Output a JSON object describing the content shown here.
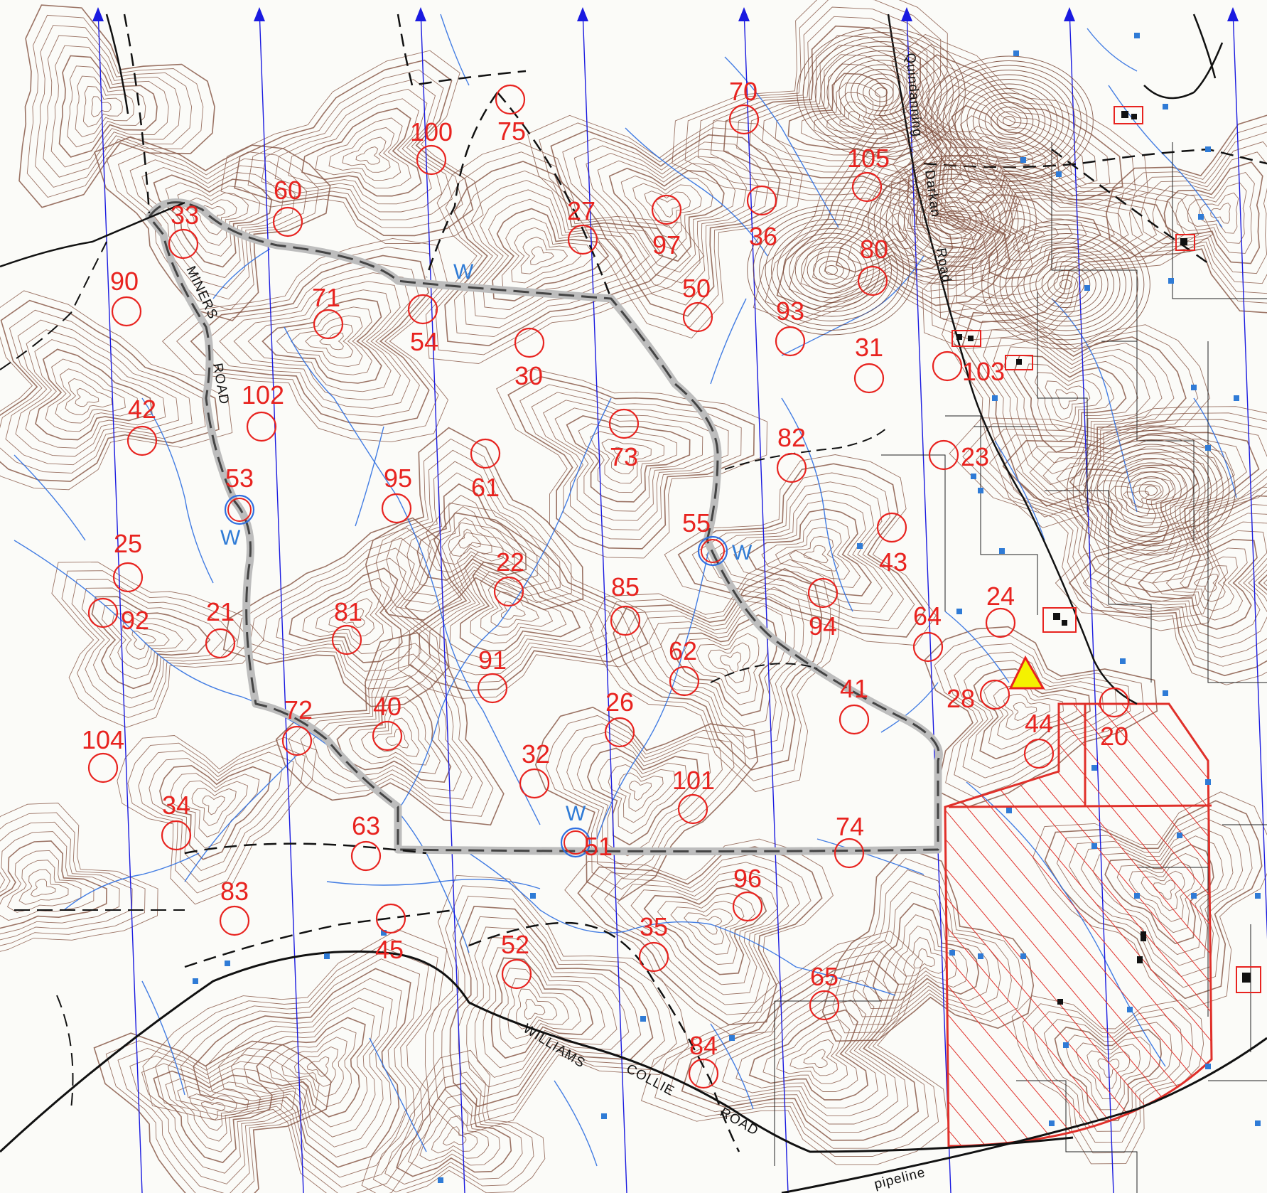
{
  "colors": {
    "contour": "#8a5a4a",
    "stream": "#2f6fe0",
    "grid_line": "#1a1ae0",
    "site": "#e8231f",
    "road": "#111111",
    "boundary": "#555555",
    "hatch": "#e0302a",
    "marker_yellow": "#f4f200",
    "water_point": "#2f7bd6"
  },
  "road_labels": {
    "miners": "MINERS",
    "road_miners": "ROAD",
    "quindanning": "Quindanning",
    "darkan": "Darkan",
    "road_darkan": "Road",
    "williams": "WILLIAMS",
    "collie": "COLLIE",
    "road_williams": "ROAD",
    "pipeline": "pipeline"
  },
  "water_label": "W",
  "sites": [
    {
      "id": "75",
      "label": "75"
    },
    {
      "id": "70",
      "label": "70"
    },
    {
      "id": "100",
      "label": "100"
    },
    {
      "id": "105",
      "label": "105"
    },
    {
      "id": "60",
      "label": "60"
    },
    {
      "id": "33",
      "label": "33"
    },
    {
      "id": "27",
      "label": "27"
    },
    {
      "id": "97",
      "label": "97"
    },
    {
      "id": "36",
      "label": "36"
    },
    {
      "id": "80",
      "label": "80"
    },
    {
      "id": "90",
      "label": "90"
    },
    {
      "id": "71",
      "label": "71"
    },
    {
      "id": "54",
      "label": "54"
    },
    {
      "id": "50",
      "label": "50"
    },
    {
      "id": "93",
      "label": "93"
    },
    {
      "id": "30",
      "label": "30"
    },
    {
      "id": "31",
      "label": "31"
    },
    {
      "id": "103",
      "label": "103"
    },
    {
      "id": "42",
      "label": "42"
    },
    {
      "id": "102",
      "label": "102"
    },
    {
      "id": "73",
      "label": "73"
    },
    {
      "id": "82",
      "label": "82"
    },
    {
      "id": "61",
      "label": "61"
    },
    {
      "id": "23",
      "label": "23"
    },
    {
      "id": "53",
      "label": "53"
    },
    {
      "id": "95",
      "label": "95"
    },
    {
      "id": "55",
      "label": "55"
    },
    {
      "id": "43",
      "label": "43"
    },
    {
      "id": "25",
      "label": "25"
    },
    {
      "id": "22",
      "label": "22"
    },
    {
      "id": "85",
      "label": "85"
    },
    {
      "id": "94",
      "label": "94"
    },
    {
      "id": "24",
      "label": "24"
    },
    {
      "id": "92",
      "label": "92"
    },
    {
      "id": "21",
      "label": "21"
    },
    {
      "id": "81",
      "label": "81"
    },
    {
      "id": "64",
      "label": "64"
    },
    {
      "id": "62",
      "label": "62"
    },
    {
      "id": "91",
      "label": "91"
    },
    {
      "id": "28",
      "label": "28"
    },
    {
      "id": "41",
      "label": "41"
    },
    {
      "id": "72",
      "label": "72"
    },
    {
      "id": "40",
      "label": "40"
    },
    {
      "id": "26",
      "label": "26"
    },
    {
      "id": "44",
      "label": "44"
    },
    {
      "id": "20",
      "label": "20"
    },
    {
      "id": "104",
      "label": "104"
    },
    {
      "id": "32",
      "label": "32"
    },
    {
      "id": "101",
      "label": "101"
    },
    {
      "id": "34",
      "label": "34"
    },
    {
      "id": "63",
      "label": "63"
    },
    {
      "id": "51",
      "label": "51"
    },
    {
      "id": "74",
      "label": "74"
    },
    {
      "id": "96",
      "label": "96"
    },
    {
      "id": "83",
      "label": "83"
    },
    {
      "id": "45",
      "label": "45"
    },
    {
      "id": "35",
      "label": "35"
    },
    {
      "id": "52",
      "label": "52"
    },
    {
      "id": "65",
      "label": "65"
    },
    {
      "id": "84",
      "label": "84"
    }
  ]
}
